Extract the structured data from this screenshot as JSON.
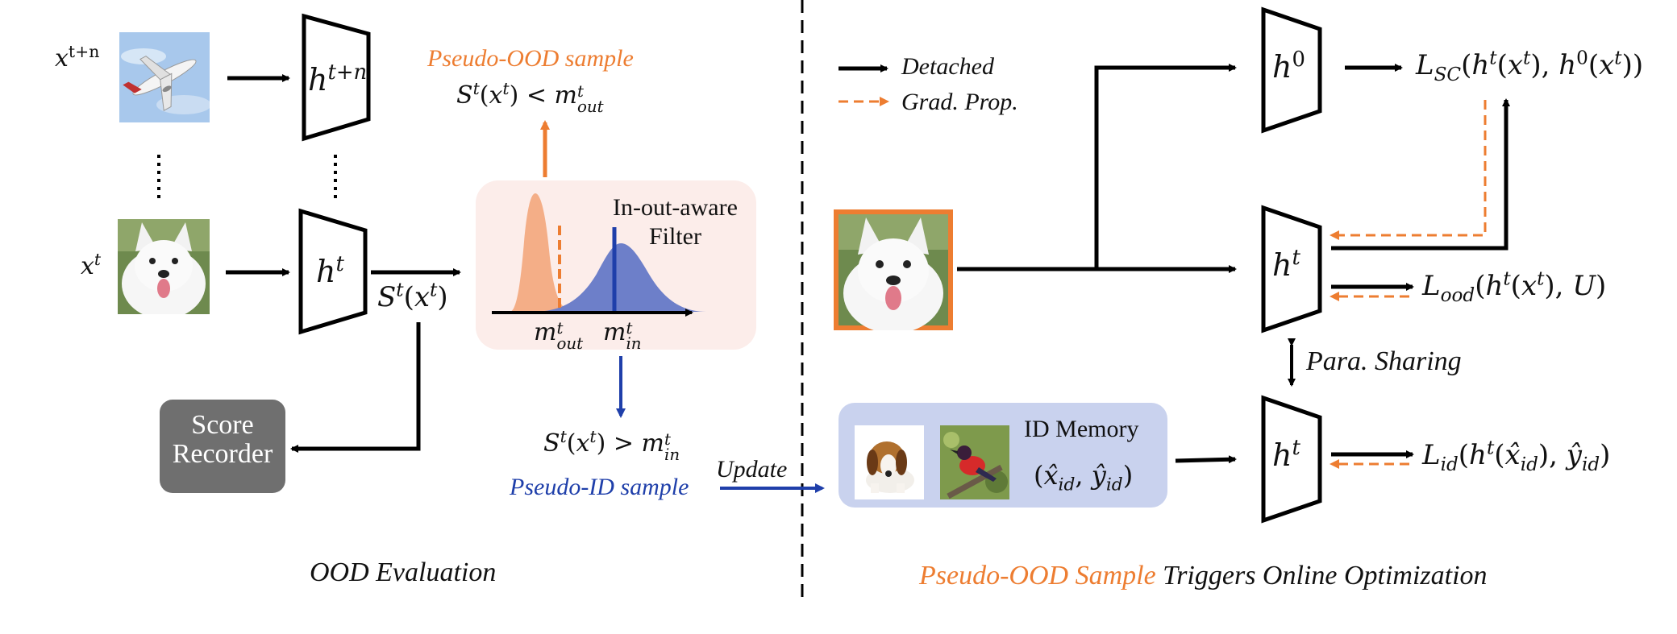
{
  "left_panel": {
    "input_top": "x",
    "input_top_sup": "t+n",
    "model_top": "h",
    "model_top_sup": "t+n",
    "input_bottom": "x",
    "input_bottom_sup": "t",
    "model_bottom": "h",
    "model_bottom_sup": "t",
    "score_fn": "S",
    "score_sup": "t",
    "score_arg": "x",
    "score_arg_sup": "t",
    "score_recorder_line1": "Score",
    "score_recorder_line2": "Recorder",
    "caption": "OOD Evaluation"
  },
  "filter": {
    "label_line1": "In-out-aware",
    "label_line2": "Filter",
    "m_out_base": "m",
    "m_out_sup": "t",
    "m_out_sub": "out",
    "m_in_base": "m",
    "m_in_sup": "t",
    "m_in_sub": "in"
  },
  "pseudo_ood": {
    "title": "Pseudo-OOD sample",
    "condition_lhs": "S",
    "condition_op": "<",
    "color": "#ED7D31"
  },
  "pseudo_id": {
    "title": "Pseudo-ID sample",
    "condition_op": ">",
    "update_label": "Update",
    "color": "#1F3FAA"
  },
  "right_panel": {
    "legend_detached": "Detached",
    "legend_grad": "Grad. Prop.",
    "model_h0": "h",
    "model_h0_sup": "0",
    "model_ht": "h",
    "model_ht_sup": "t",
    "loss_sc": "SC",
    "loss_ood": "ood",
    "loss_id": "id",
    "loss_ood_target": "U",
    "para_sharing": "Para. Sharing",
    "memory_title": "ID Memory",
    "memory_x": "x̂",
    "memory_y": "ŷ",
    "memory_sub": "id",
    "caption_highlight": "Pseudo-OOD Sample",
    "caption_rest": " Triggers Online Optimization"
  },
  "colors": {
    "orange": "#ED7D31",
    "blue": "#1F3FAA",
    "filter_bg": "#FCEDEA",
    "memory_bg": "#C9D2EE",
    "recorder_bg": "#6F6F6F",
    "dist_out": "#F4AE87",
    "dist_in": "#6D7FC9"
  }
}
